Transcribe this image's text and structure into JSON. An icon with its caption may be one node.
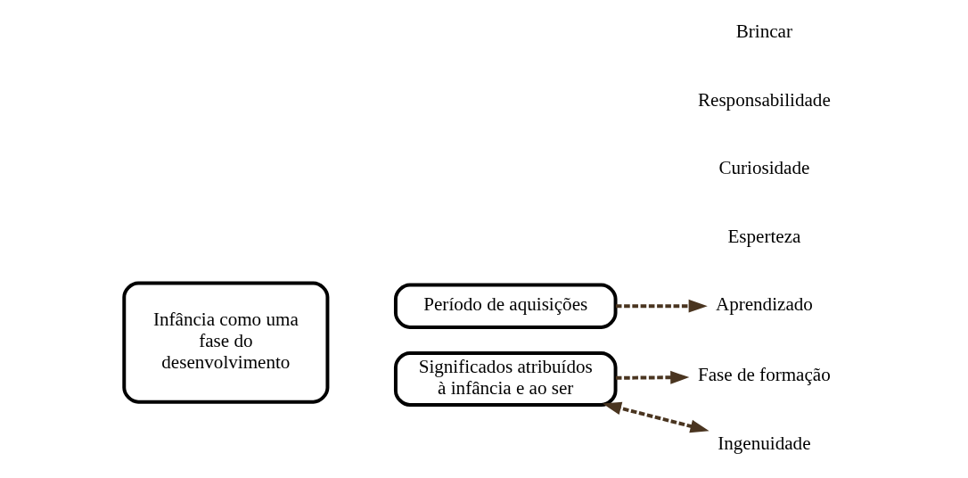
{
  "diagram": {
    "nodes": [
      {
        "text": [
          "Infância como uma fase do desenvolvimento"
        ]
      },
      {
        "text": [
          "Período de aquisições"
        ]
      },
      {
        "text": [
          "Significados atribuídos à infância e ao ser"
        ]
      },
      {
        "text": [
          "Aprendizado"
        ]
      },
      {
        "text": [
          "Fase de formação"
        ]
      },
      {
        "text": [
          "Ingenuidade"
        ]
      }
    ],
    "edges": [
      {
        "from": 1,
        "to": 3,
        "arrow": "to",
        "style": "dashed"
      },
      {
        "from": 2,
        "to": 4,
        "arrow": "to",
        "style": "dashed"
      },
      {
        "from": 5,
        "to": 2,
        "arrow": "both",
        "style": "dashed"
      }
    ],
    "labels": [
      "Esperteza",
      "Curiosidade",
      "Responsabilidade",
      "Brincar"
    ]
  }
}
